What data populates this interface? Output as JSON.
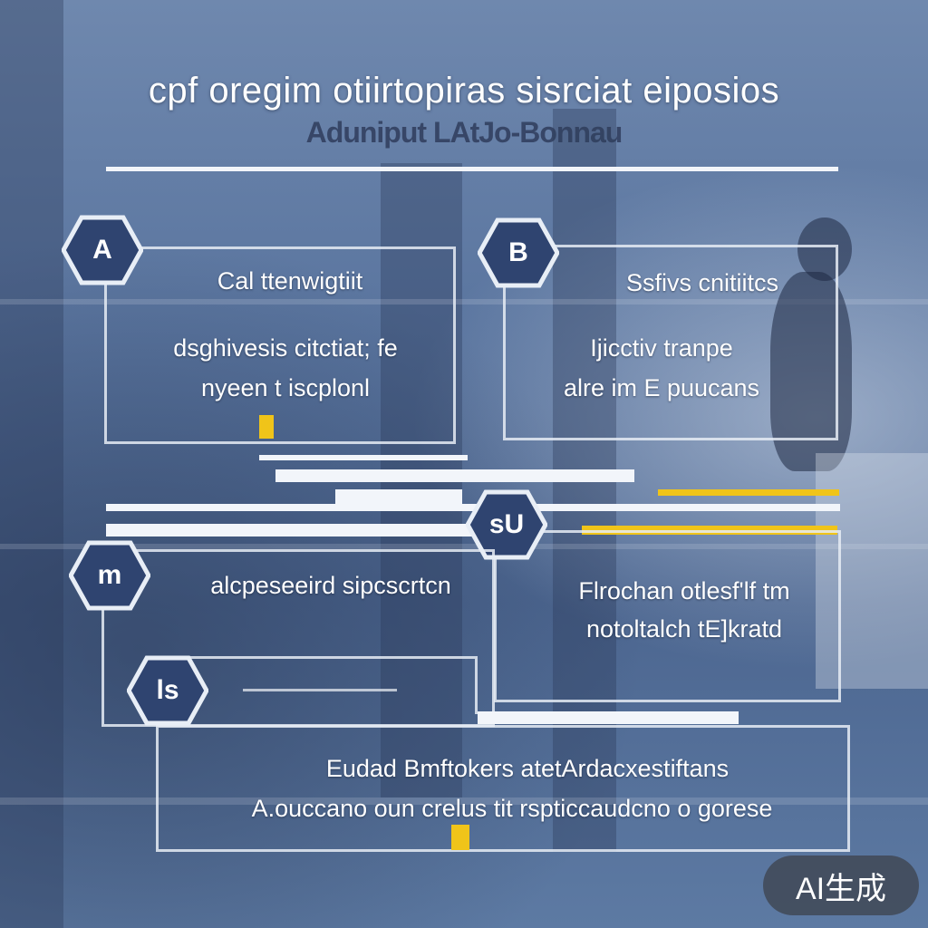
{
  "header": {
    "title": "cpf oregim otiirtopiras sisrciat eiposios",
    "subtitle": "Aduniput LAtJo-Bonnau"
  },
  "cards": [
    {
      "marker": "A",
      "heading": "Cal ttenwigtiit",
      "line1": "dsghivesis citctiat; fe",
      "line2": "nyeen t iscplonl"
    },
    {
      "marker": "B",
      "heading": "Ssfivs cnitiitcs",
      "line1": "Ijicctiv tranpe",
      "line2": "alre im E puucans"
    },
    {
      "marker": "sU",
      "line1": "Flrochan otlesf'lf tm",
      "line2": "notoltalch tE]kratd"
    },
    {
      "marker": "m",
      "line1": "alcpeseeird sipcscrtcn"
    },
    {
      "marker": "ls",
      "line1": "Eudad Bmftokers atetArdacxestiftans",
      "line2": "A.ouccano oun crelus tit rspticcaudcno o gorese"
    }
  ],
  "badge": {
    "label": "AI生成"
  },
  "colors": {
    "accent": "#f0c419",
    "hex_fill": "#2f4470",
    "line": "#f2f5fa"
  }
}
